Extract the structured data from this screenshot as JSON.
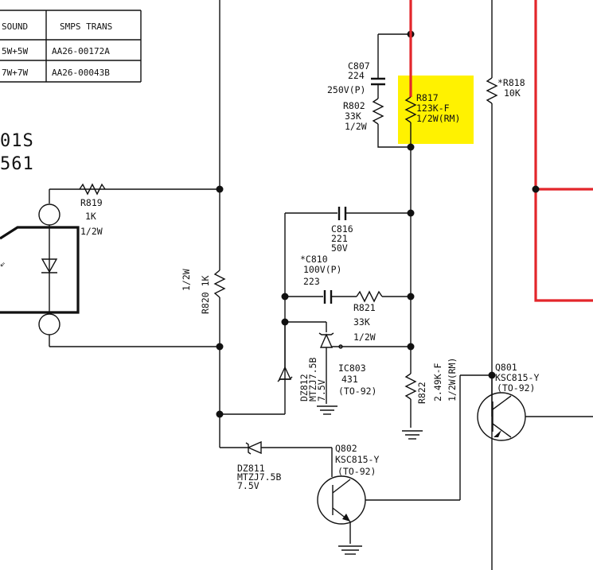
{
  "table": {
    "headers": [
      "SOUND",
      "SMPS TRANS"
    ],
    "rows": [
      [
        "5W+5W",
        "AA26-00172A"
      ],
      [
        "7W+7W",
        "AA26-00043B"
      ]
    ]
  },
  "ic_labels": [
    "01S",
    "561"
  ],
  "components": {
    "r819": {
      "ref": "R819",
      "value": "1K",
      "rating": "1/2W"
    },
    "r820": {
      "ref": "R820 1K",
      "rating": "1/2W"
    },
    "c807": {
      "ref": "C807",
      "value": "224",
      "rating": "250V(P)"
    },
    "r802": {
      "ref": "R802",
      "value": "33K",
      "rating": "1/2W"
    },
    "r817": {
      "ref": "R817",
      "value": "123K-F",
      "rating": "1/2W(RM)"
    },
    "r818": {
      "ref": "*R818",
      "value": "10K"
    },
    "c816": {
      "ref": "C816",
      "value": "221",
      "rating": "50V"
    },
    "c810": {
      "ref": "*C810",
      "value": "100V(P)",
      "rating": "223"
    },
    "r821": {
      "ref": "R821",
      "value": "33K",
      "rating": "1/2W"
    },
    "ic803": {
      "ref": "IC803",
      "value": "431",
      "package": "(TO-92)"
    },
    "dz812": {
      "ref": "DZ812",
      "value": "MTZJ7.5B",
      "rating": "7.5V"
    },
    "r822": {
      "ref": "R822",
      "value": "2.49K-F",
      "rating": "1/2W(RM)"
    },
    "q801": {
      "ref": "Q801",
      "value": "KSC815-Y",
      "package": "(TO-92)"
    },
    "dz811": {
      "ref": "DZ811",
      "value": "MTZJ7.5B",
      "rating": "7.5V"
    },
    "q802": {
      "ref": "Q802",
      "value": "KSC815-Y",
      "package": "(TO-92)"
    }
  },
  "colors": {
    "wire": "#111111",
    "highlight_wire": "#e3262b",
    "highlight_box": "#fff200"
  }
}
